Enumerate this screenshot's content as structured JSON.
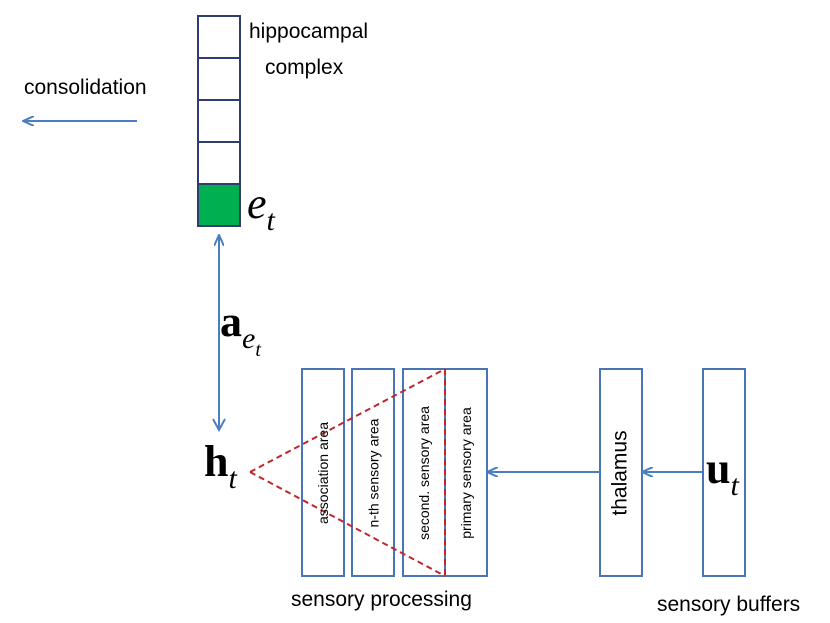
{
  "diagram": {
    "labels": {
      "hippocampal_line1": "hippocampal",
      "hippocampal_line2": "complex",
      "consolidation": "consolidation",
      "sensory_processing": "sensory processing",
      "sensory_buffers": "sensory buffers"
    },
    "math": {
      "e_base": "e",
      "e_sub": "t",
      "a_base": "a",
      "a_sub": "e",
      "a_subsub": "t",
      "h_base": "h",
      "h_sub": "t",
      "u_base": "u",
      "u_sub": "t"
    },
    "sensory_areas": [
      "association area",
      "n-th sensory area",
      "second. sensory area",
      "primary sensory area"
    ],
    "thalamus": "thalamus",
    "colors": {
      "box_stroke": "#4a74b6",
      "hippo_stroke": "#2f3d6e",
      "active_fill": "#00b050",
      "arrow": "#4a7ec2",
      "triangle": "#c0272d"
    }
  }
}
